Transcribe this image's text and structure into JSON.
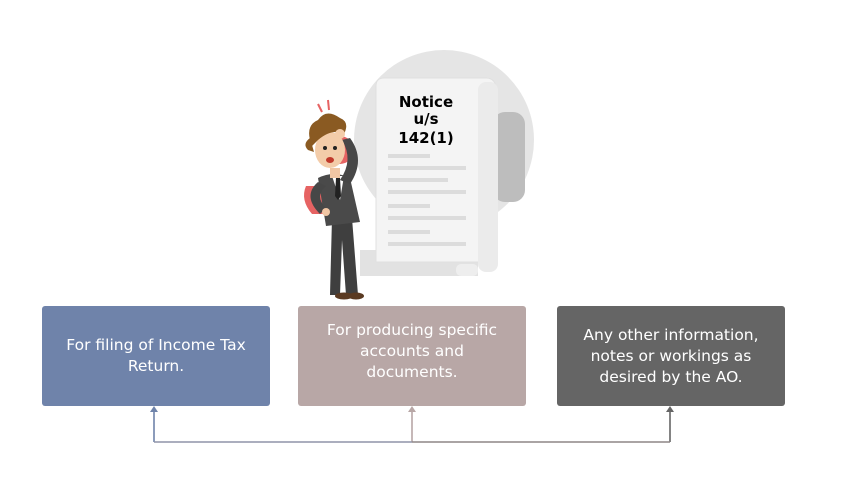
{
  "notice": {
    "line1": "Notice",
    "line2": "u/s",
    "line3": "142(1)"
  },
  "boxes": [
    {
      "text": "For filing of Income Tax Return.",
      "color": "#6f83aa"
    },
    {
      "text": "For producing specific accounts and documents.",
      "color": "#b8a7a6"
    },
    {
      "text": "Any other information, notes or workings as desired by the AO.",
      "color": "#656565"
    }
  ],
  "connector_colors": {
    "blue": "#6f83aa",
    "rose": "#b8a7a6",
    "gray": "#656565"
  },
  "icons": [
    "worried-man-icon",
    "notice-scroll-icon"
  ]
}
